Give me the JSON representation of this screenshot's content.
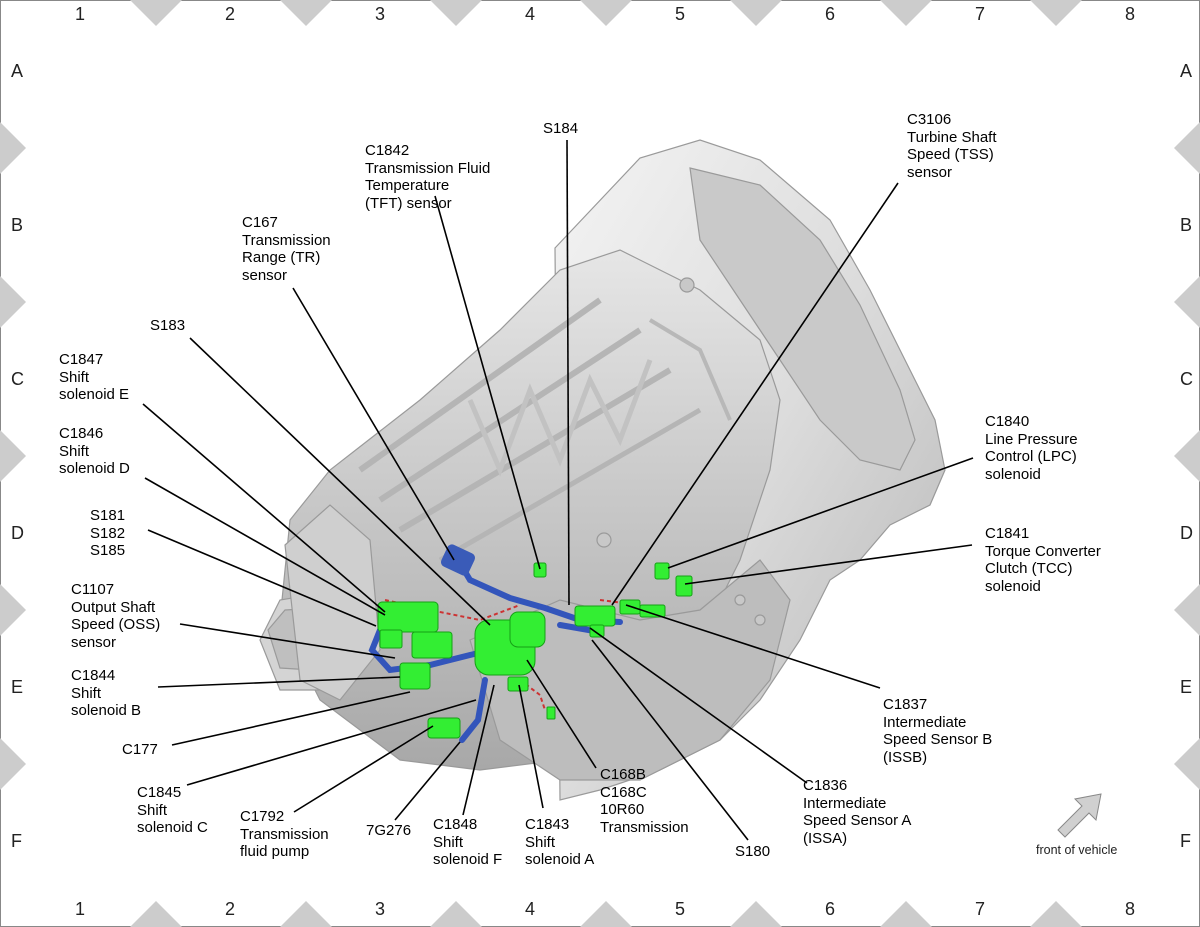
{
  "grid": {
    "columns": [
      "1",
      "2",
      "3",
      "4",
      "5",
      "6",
      "7",
      "8"
    ],
    "rows": [
      "A",
      "B",
      "C",
      "D",
      "E",
      "F"
    ]
  },
  "callouts": {
    "s184": "S184",
    "c3106": "C3106\nTurbine Shaft\nSpeed (TSS)\nsensor",
    "c1842": "C1842\nTransmission Fluid\nTemperature\n(TFT) sensor",
    "c167": "C167\nTransmission\nRange (TR)\nsensor",
    "s183": "S183",
    "c1847": "C1847\nShift\nsolenoid E",
    "c1846": "C1846\nShift\nsolenoid D",
    "s181": "S181\nS182\nS185",
    "c1107": "C1107\nOutput Shaft\nSpeed (OSS)\nsensor",
    "c1844": "C1844\nShift\nsolenoid B",
    "c177": "C177",
    "c1845": "C1845\nShift\nsolenoid C",
    "c1792": "C1792\nTransmission\nfluid pump",
    "g7276": "7G276",
    "c1848": "C1848\nShift\nsolenoid F",
    "c1843": "C1843\nShift\nsolenoid A",
    "c168": "C168B\nC168C\n10R60\nTransmission",
    "s180": "S180",
    "c1836": "C1836\nIntermediate\nSpeed Sensor A\n(ISSA)",
    "c1837": "C1837\nIntermediate\nSpeed Sensor B\n(ISSB)",
    "c1840": "C1840\nLine Pressure\nControl (LPC)\nsolenoid",
    "c1841": "C1841\nTorque Converter\nClutch (TCC)\nsolenoid"
  },
  "orientation_label": "front of vehicle",
  "colors": {
    "connector": "#33ee33",
    "harness": "#3355bb",
    "housing": "#d8d8d8",
    "housing_shadow": "#a9a9a9"
  },
  "icons": [
    "direction-arrow-icon"
  ]
}
